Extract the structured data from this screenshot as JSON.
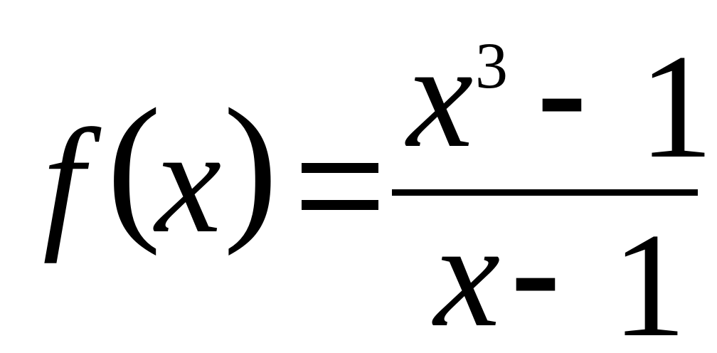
{
  "formula": {
    "function_name": "f",
    "left_paren": "(",
    "argument": "x",
    "right_paren": ")",
    "equals": "=",
    "numerator": {
      "variable": "x",
      "exponent": "3",
      "operator": "-",
      "constant": "1"
    },
    "denominator": {
      "variable": "x",
      "operator": "-",
      "constant": "1"
    }
  },
  "colors": {
    "background": "#ffffff",
    "ink": "#000000"
  }
}
